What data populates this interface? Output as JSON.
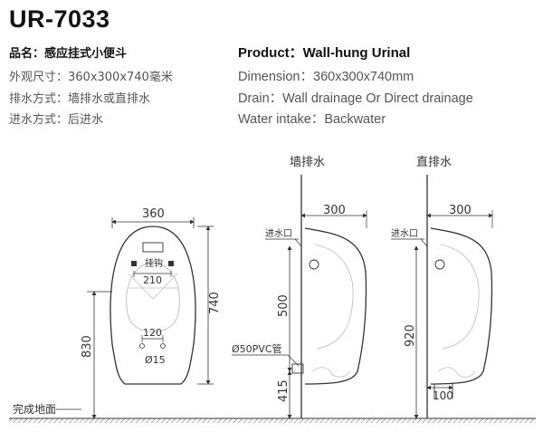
{
  "model": "UR-7033",
  "cn_specs": {
    "name": "品名：感应挂式小便斗",
    "dimension": "外观尺寸：360x300x740毫米",
    "drain": "排水方式：墙排水或直排水",
    "water": "进水方式：后进水"
  },
  "en_specs": {
    "product": "Product：Wall-hung Urinal",
    "dimension": "Dimension：360x300x740mm",
    "drain": "Drain：Wall drainage Or Direct drainage",
    "water": "Water intake：Backwater"
  },
  "front": {
    "width": "360",
    "height": "740",
    "overall": "830",
    "sensor_label": "挂钩",
    "hook_spacing": "210",
    "hole_spacing": "120",
    "hole_dia": "Ø15"
  },
  "wall_drain": {
    "title": "墙排水",
    "depth": "300",
    "inlet": "进水口",
    "inlet_height": "500",
    "pipe": "Ø50PVC管",
    "drain_height": "415"
  },
  "direct_drain": {
    "title": "直排水",
    "depth": "300",
    "inlet": "进水口",
    "inlet_height": "920",
    "drain_offset": "100"
  },
  "floor_label": "完成地面"
}
